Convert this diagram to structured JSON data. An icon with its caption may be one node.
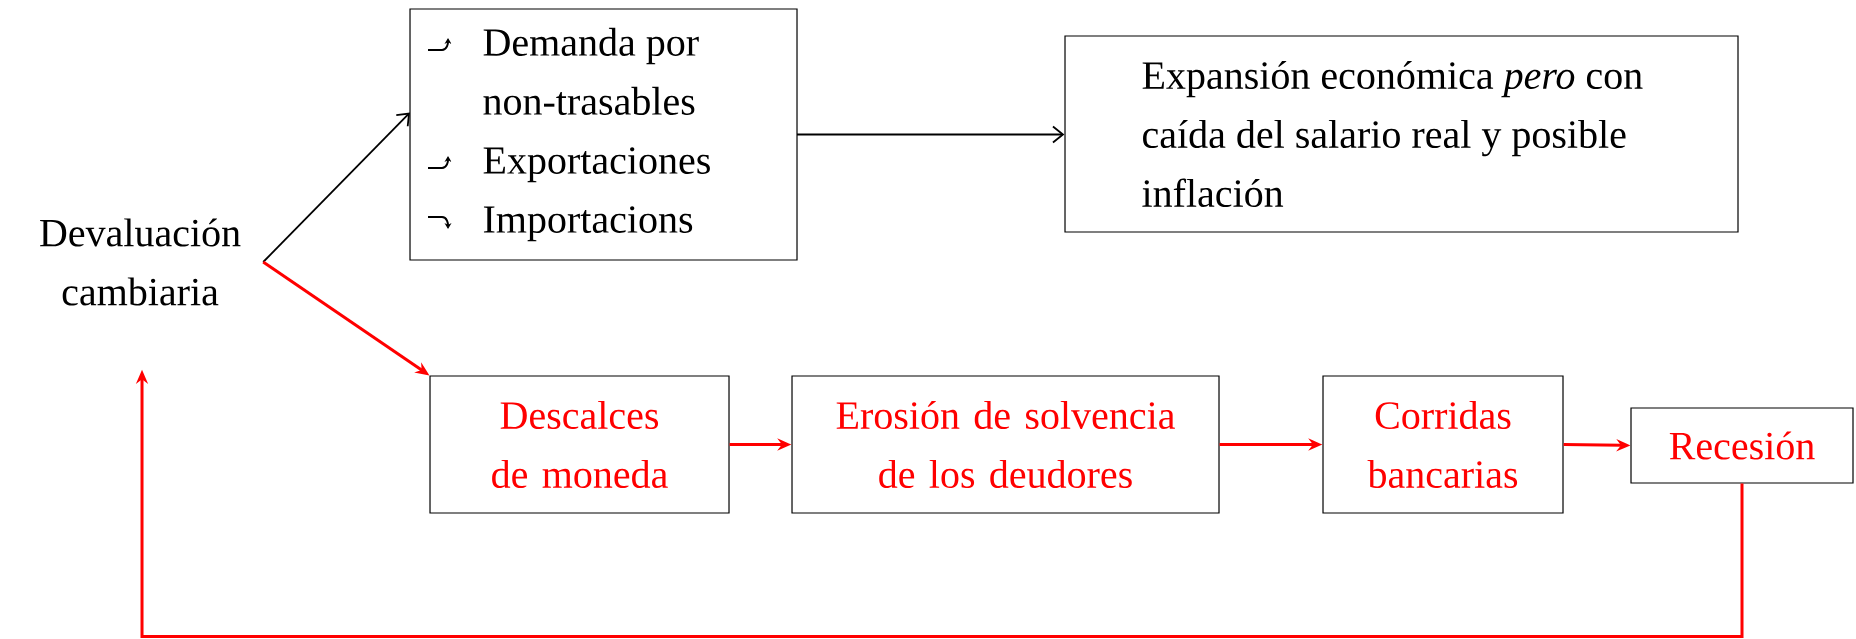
{
  "diagram": {
    "nodes": [
      {
        "text": [
          "Devaluación cambiaria"
        ]
      },
      {
        "text": [
          "Demanda por non-trasables",
          "Exportaciones",
          "Importacions"
        ]
      },
      {
        "text": [
          "Expansión económica *pero* con caída del salario real y posible inflación"
        ]
      },
      {
        "text": [
          "Descalces de moneda"
        ]
      },
      {
        "text": [
          "Erosión de solvencia de los deudores"
        ]
      },
      {
        "text": [
          "Corridas bancarias"
        ]
      },
      {
        "text": [
          "Recesión"
        ]
      }
    ],
    "edges": [
      {
        "from": 0,
        "to": 1,
        "arrow": "to",
        "color": "#000000"
      },
      {
        "from": 1,
        "to": 2,
        "arrow": "to",
        "color": "#000000"
      },
      {
        "from": 0,
        "to": 3,
        "arrow": "to"
      },
      {
        "from": 3,
        "to": 4,
        "arrow": "to"
      },
      {
        "from": 4,
        "to": 5,
        "arrow": "to"
      },
      {
        "from": 5,
        "to": 6,
        "arrow": "to"
      },
      {
        "from": 6,
        "to": 0,
        "arrow": "to"
      }
    ]
  }
}
